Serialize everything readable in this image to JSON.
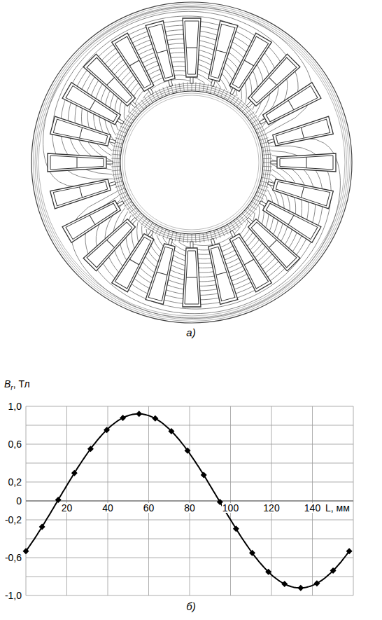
{
  "diagram": {
    "labels": [
      "а)",
      "B",
      "r",
      ", Тл",
      "1,0",
      "0,6",
      "0,2",
      "0",
      "-0,2",
      "-0,6",
      "-1,0",
      "20",
      "40",
      "60",
      "80",
      "100",
      "120",
      "140",
      "L, мм",
      "б)"
    ]
  }
}
